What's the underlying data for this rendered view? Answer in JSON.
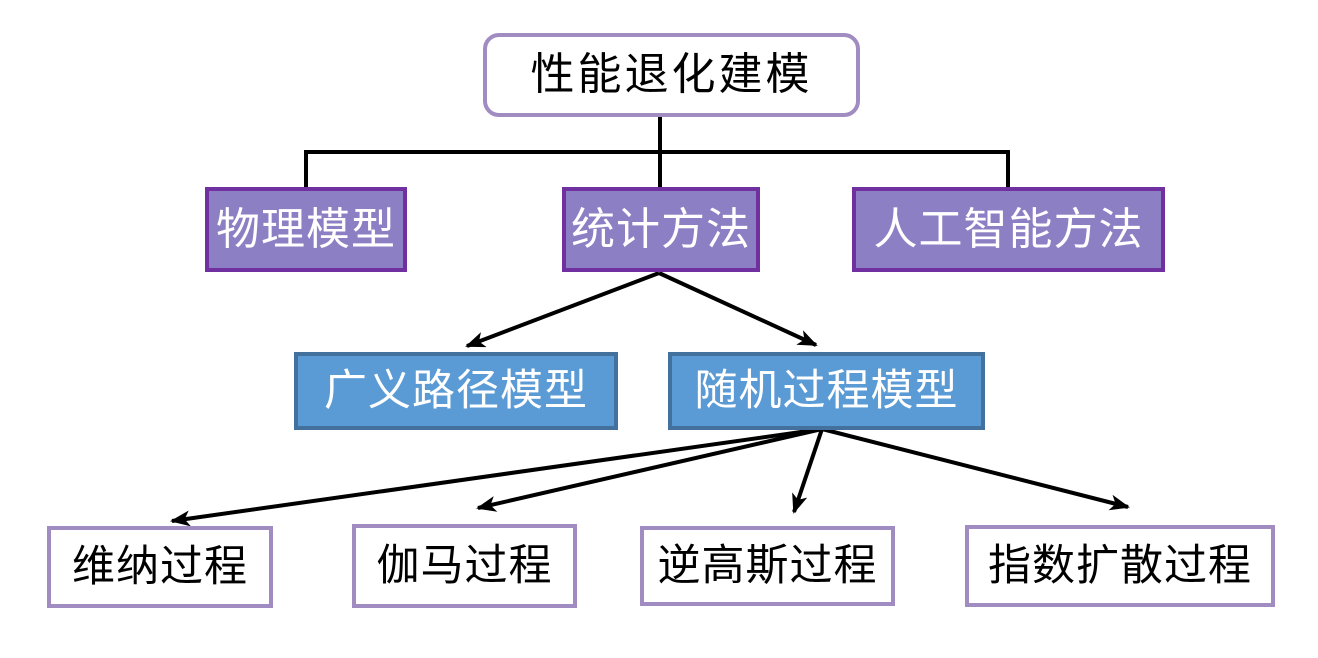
{
  "diagram": {
    "type": "hierarchy-flowchart",
    "root_label": "性能退化建模",
    "nodes": {
      "root": {
        "label": "性能退化建模"
      },
      "level2": [
        {
          "label": "物理模型"
        },
        {
          "label": "统计方法"
        },
        {
          "label": "人工智能方法"
        }
      ],
      "level3": [
        {
          "label": "广义路径模型"
        },
        {
          "label": "随机过程模型"
        }
      ],
      "level4": [
        {
          "label": "维纳过程"
        },
        {
          "label": "伽马过程"
        },
        {
          "label": "逆高斯过程"
        },
        {
          "label": "指数扩散过程"
        }
      ]
    },
    "edges": [
      {
        "from": "性能退化建模",
        "to": "物理模型",
        "style": "elbow",
        "arrow": false
      },
      {
        "from": "性能退化建模",
        "to": "统计方法",
        "style": "elbow",
        "arrow": false
      },
      {
        "from": "性能退化建模",
        "to": "人工智能方法",
        "style": "elbow",
        "arrow": false
      },
      {
        "from": "统计方法",
        "to": "广义路径模型",
        "style": "straight",
        "arrow": true
      },
      {
        "from": "统计方法",
        "to": "随机过程模型",
        "style": "straight",
        "arrow": true
      },
      {
        "from": "随机过程模型",
        "to": "维纳过程",
        "style": "straight",
        "arrow": true
      },
      {
        "from": "随机过程模型",
        "to": "伽马过程",
        "style": "straight",
        "arrow": true
      },
      {
        "from": "随机过程模型",
        "to": "逆高斯过程",
        "style": "straight",
        "arrow": true
      },
      {
        "from": "随机过程模型",
        "to": "指数扩散过程",
        "style": "straight",
        "arrow": true
      }
    ],
    "colors": {
      "root_border": "#a08cc0",
      "purple_fill": "#8d7fc4",
      "purple_border": "#7030a0",
      "blue_fill": "#5b9bd5",
      "blue_border": "#41719c",
      "leaf_border": "#a08cc0",
      "line_color": "#000000",
      "text_dark": "#000000",
      "text_light": "#ffffff"
    }
  }
}
